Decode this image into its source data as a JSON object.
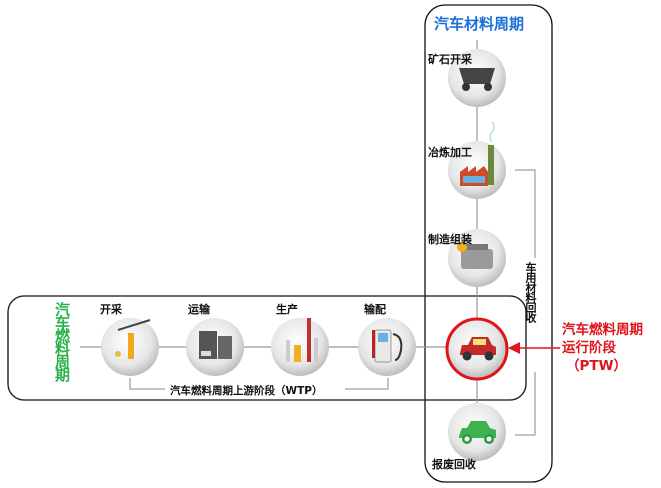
{
  "material_cycle": {
    "title": "汽车材料周期",
    "stages": [
      "矿石开采",
      "冶炼加工",
      "制造组装",
      "报废回收"
    ],
    "recycle_label": "车用材料回收"
  },
  "fuel_cycle": {
    "title": "汽车燃料周期",
    "stages": [
      "开采",
      "运输",
      "生产",
      "输配"
    ],
    "upstream_label": "汽车燃料周期上游阶段（WTP）"
  },
  "ptw": {
    "line1": "汽车燃料周期",
    "line2": "运行阶段",
    "line3": "（PTW）"
  },
  "colors": {
    "blue": "#1a6fd8",
    "green": "#2bb24c",
    "red": "#e0141b"
  }
}
